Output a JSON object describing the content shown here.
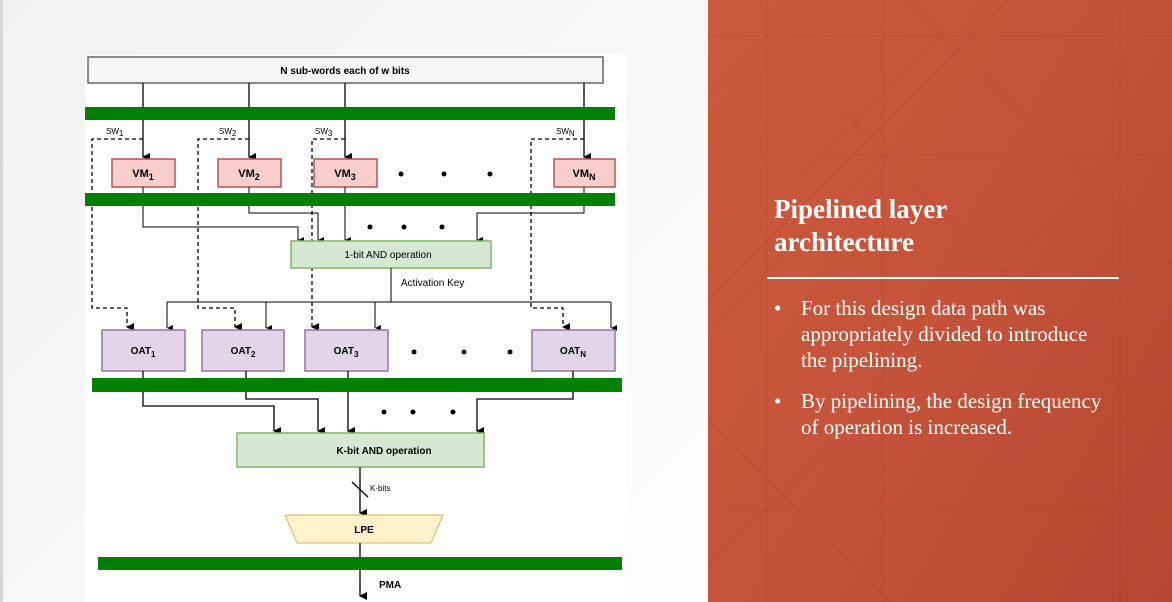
{
  "slide": {
    "title": "Pipelined layer architecture",
    "title_line1": "Pipelined layer",
    "title_line2": "architecture",
    "bullets": [
      "For this design data path was appropriately divided to introduce the pipelining.",
      "By pipelining, the design frequency of operation is increased."
    ],
    "bullet_glyph": "•",
    "accent_color": "#c4533a"
  },
  "diagram": {
    "input_label": "N sub-words each of w bits",
    "vm_units": [
      {
        "base": "VM",
        "sub": "1"
      },
      {
        "base": "VM",
        "sub": "2"
      },
      {
        "base": "VM",
        "sub": "3"
      },
      {
        "base": "VM",
        "sub": "N"
      }
    ],
    "sw_labels": [
      {
        "base": "SW",
        "sub": "1"
      },
      {
        "base": "SW",
        "sub": "2"
      },
      {
        "base": "SW",
        "sub": "3"
      },
      {
        "base": "SW",
        "sub": "N"
      }
    ],
    "one_bit_and_label": "1-bit AND operation",
    "activation_key_label": "Activation Key",
    "oat_units": [
      {
        "base": "OAT",
        "sub": "1"
      },
      {
        "base": "OAT",
        "sub": "2"
      },
      {
        "base": "OAT",
        "sub": "3"
      },
      {
        "base": "OAT",
        "sub": "N"
      }
    ],
    "k_bit_and_label": "K-bit AND operation",
    "bus_width_label": "K-bits",
    "lpe_label": "LPE",
    "output_label": "PMA",
    "colors": {
      "register_bar": "#008000",
      "vm_fill": "#f8cecc",
      "vm_stroke": "#b85450",
      "and_fill": "#d5e8d4",
      "and_stroke": "#82b366",
      "oat_fill": "#e1d5e7",
      "oat_stroke": "#9673a6",
      "lpe_fill": "#fff2cc",
      "lpe_stroke": "#d6b656",
      "input_fill": "#f5f5f5",
      "input_stroke": "#666666"
    }
  }
}
